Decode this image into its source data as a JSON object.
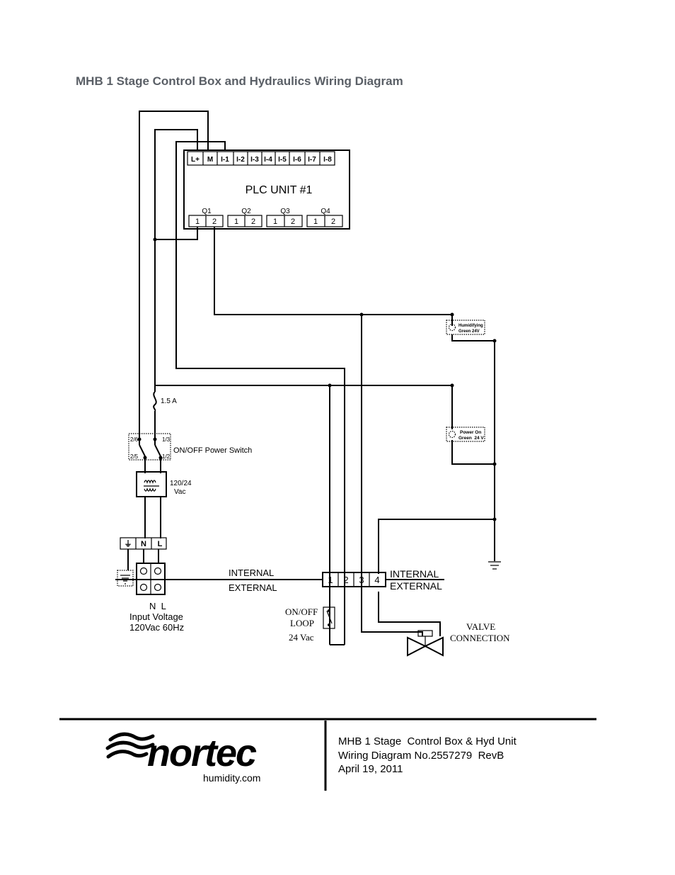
{
  "page_title": "MHB 1 Stage Control Box and Hydraulics Wiring Diagram",
  "plc": {
    "title": "PLC UNIT #1",
    "input_terminals": [
      "L+",
      "M",
      "I-1",
      "I-2",
      "I-3",
      "I-4",
      "I-5",
      "I-6",
      "I-7",
      "I-8"
    ],
    "outputs": [
      {
        "label": "Q1",
        "pins": [
          "1",
          "2"
        ]
      },
      {
        "label": "Q2",
        "pins": [
          "1",
          "2"
        ]
      },
      {
        "label": "Q3",
        "pins": [
          "1",
          "2"
        ]
      },
      {
        "label": "Q4",
        "pins": [
          "1",
          "2"
        ]
      }
    ]
  },
  "fuse": {
    "label": "1.5 A"
  },
  "power_switch": {
    "label": "ON/OFF Power Switch",
    "pins": [
      "2/6",
      "1/3",
      "2/5",
      "1/2"
    ]
  },
  "transformer": {
    "label_line1": "120/24",
    "label_line2": "Vac"
  },
  "input_terminal_block": {
    "pins": [
      "⏚",
      "N",
      "L"
    ]
  },
  "input_voltage": {
    "nl": "N  L",
    "line1": "Input Voltage",
    "line2": "120Vac 60Hz"
  },
  "boundary": {
    "internal": "INTERNAL",
    "external": "EXTERNAL"
  },
  "terminal_strip": {
    "pins": [
      "1",
      "2",
      "3",
      "4"
    ]
  },
  "loop": {
    "line1": "ON/OFF",
    "line2": "LOOP",
    "line3": "24 Vac"
  },
  "valve": {
    "line1": "VALVE",
    "line2": "CONNECTION"
  },
  "lamps": {
    "humidifying": {
      "line1": "Humidifying",
      "line2": "Green 24V"
    },
    "power_on": {
      "line1": "Power On",
      "line2": "Green  24 V"
    }
  },
  "footer": {
    "logo_text": "nortec",
    "logo_sub": "humidity.com",
    "line1": "MHB 1 Stage  Control Box & Hyd Unit",
    "line2": "Wiring Diagram No.2557279  RevB",
    "line3": "April 19, 2011"
  },
  "colors": {
    "title": "#5a5f66",
    "ink": "#000000",
    "background": "#ffffff"
  }
}
